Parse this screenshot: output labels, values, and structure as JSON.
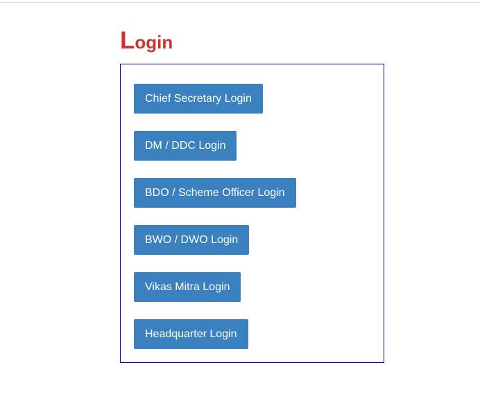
{
  "page": {
    "background_color": "#ffffff",
    "top_divider_color": "#e2e2e2"
  },
  "heading": {
    "full_text": "Login",
    "dropcap": "L",
    "rest": "ogin",
    "color": "#cc3333"
  },
  "panel": {
    "border_color": "#0000cc",
    "background_color": "#ffffff"
  },
  "buttons": {
    "accent_color": "#3b80bf",
    "text_color": "#ffffff",
    "items": [
      {
        "label": "Chief Secretary Login"
      },
      {
        "label": "DM / DDC Login"
      },
      {
        "label": "BDO / Scheme Officer Login"
      },
      {
        "label": "BWO / DWO Login"
      },
      {
        "label": "Vikas Mitra Login"
      },
      {
        "label": "Headquarter Login"
      }
    ]
  }
}
